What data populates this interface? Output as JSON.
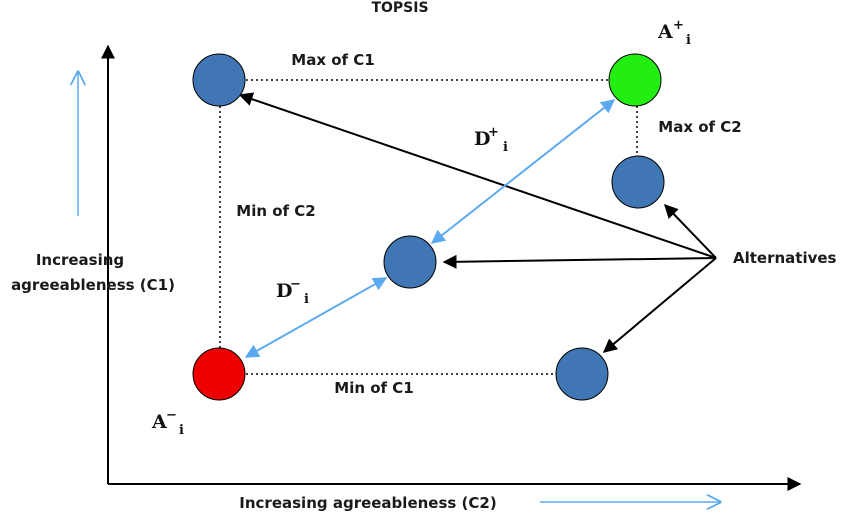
{
  "title": "TOPSIS",
  "axes": {
    "y_label_line1": "Increasing",
    "y_label_line2": "agreeableness (C1)",
    "x_label": "Increasing agreeableness (C2)"
  },
  "labels": {
    "max_c1": "Max of C1",
    "max_c2": "Max of C2",
    "min_c1": "Min of C1",
    "min_c2": "Min of C2",
    "alternatives": "Alternatives"
  },
  "ideal": {
    "base": "A",
    "sup": "+",
    "sub": "i"
  },
  "anti_ideal": {
    "base": "A",
    "sup": "−",
    "sub": "i"
  },
  "dist_plus": {
    "base": "D",
    "sup": "+",
    "sub": "i"
  },
  "dist_minus": {
    "base": "D",
    "sup": "−",
    "sub": "i"
  },
  "colors": {
    "alternative": "#3f76b3",
    "ideal": "#22ee11",
    "anti_ideal": "#ee0000",
    "distance_arrow": "#5ba9ee",
    "axis": "#000000"
  }
}
